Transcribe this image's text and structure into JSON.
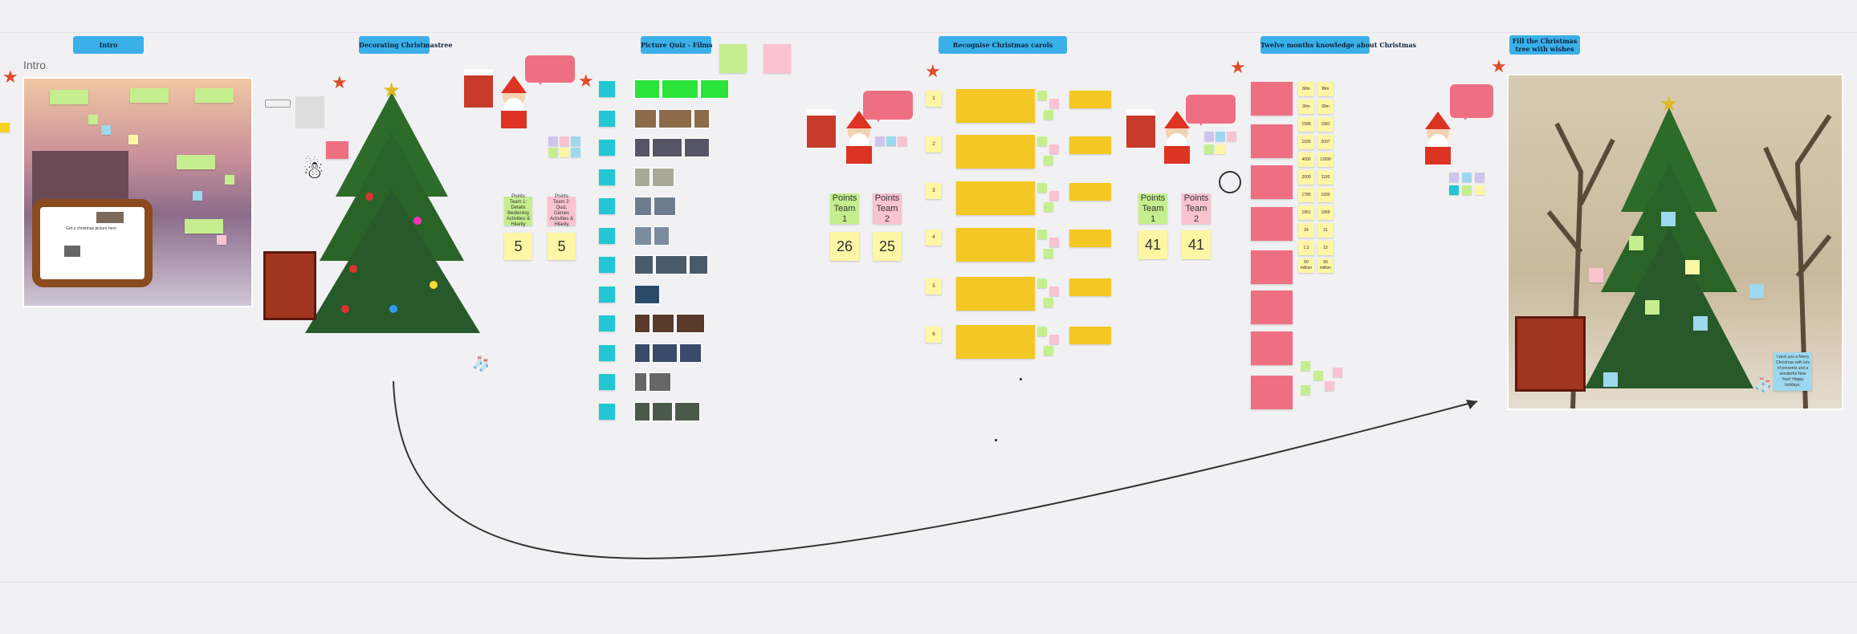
{
  "colors": {
    "frame_label": "#3bb0e8",
    "sticky_yellow": "#fdf6a4",
    "sticky_green": "#c5ef8e",
    "sticky_pink": "#f9c3d2",
    "orange_card": "#f4c824",
    "red_card": "#ef6f82",
    "cyan": "#22c7d3",
    "star": "#e04a2a"
  },
  "frames": {
    "intro": "Intro",
    "decorating": "Decorating Christmastree",
    "picture_quiz": "Picture Quiz - Films",
    "recognise": "Recognise Christmas carols",
    "twelve_months": "Twelve months knowledge about Christmas",
    "fill_tree": "Fill the Christmas tree with wishes"
  },
  "intro_title": "Intro",
  "intro_picture_caption": "Get a christmas picture here",
  "quiz_teams": {
    "team1_note": "Points Team 1: Details Bediening Activities & Hilarity",
    "team2_note": "Points Team 2: Quiz, Games Activities & Hilarity"
  },
  "scores": [
    {
      "group": "picture_quiz",
      "team1_label": "Points Team 1 – details, bediening, activiteit & hilariteit",
      "team2_label": "Points Team 2 – quiz, games, activiteit & hilariteit",
      "team1": "5",
      "team2": "5"
    },
    {
      "group": "carols",
      "team1_label": "Points Team 1",
      "team2_label": "Points Team 2",
      "team1": "26",
      "team2": "25"
    },
    {
      "group": "twelve_months",
      "team1_label": "Points Team 1",
      "team2_label": "Points Team 2",
      "team1": "41",
      "team2": "41"
    }
  ],
  "twelve_months_answers": [
    [
      "80m",
      "Blm"
    ],
    [
      "30m",
      "30m"
    ],
    [
      "1998",
      "1981"
    ],
    [
      "1932",
      "2007"
    ],
    [
      "4000",
      "12000"
    ],
    [
      "2000",
      "1100"
    ],
    [
      "1780",
      "1930"
    ],
    [
      "1951",
      "1959"
    ],
    [
      "24",
      "21"
    ],
    [
      "1.3",
      "15"
    ],
    [
      "50 million",
      "90 million"
    ]
  ],
  "carol_numbers": [
    "1",
    "2",
    "3",
    "4",
    "5",
    "6"
  ],
  "wishes_note": "I wish you a Merry Christmas with lots of presents and a wonderful New Year! Happy holidays."
}
